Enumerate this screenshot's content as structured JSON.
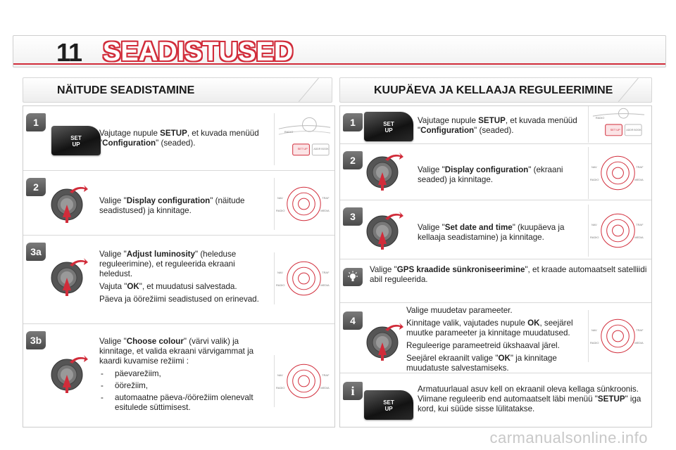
{
  "header": {
    "chapter_number": "11",
    "title": "SEADISTUSED"
  },
  "left": {
    "title": "NÄITUDE SEADISTAMINE",
    "steps": [
      {
        "badge": "1",
        "t1": "Vajutage nupule ",
        "b1": "SETUP",
        "t2": ", et kuvada menüüd \"",
        "b2": "Configuration",
        "t3": "\" (seaded)."
      },
      {
        "badge": "2",
        "t1": "Valige \"",
        "b1": "Display configuration",
        "t2": "\" (näitude seadistused) ja kinnitage."
      },
      {
        "badge": "3a",
        "t1": "Valige \"",
        "b1": "Adjust luminosity",
        "t2": "\" (heleduse reguleerimine), et reguleerida ekraani heledust.",
        "p2a": "Vajuta \"",
        "p2b": "OK",
        "p2c": "\", et muudatusi salvestada.",
        "p3": "Päeva ja öörežiimi seadistused on erinevad."
      },
      {
        "badge": "3b",
        "t1": "Valige \"",
        "b1": "Choose colour",
        "t2": "\" (värvi valik) ja kinnitage, et valida ekraani värvigammat ja kaardi kuvamise režiimi :",
        "items": [
          "päevarežiim,",
          "öörežiim,",
          "automaatne päeva-/öörežiim olenevalt esitulede süttimisest."
        ]
      }
    ]
  },
  "right": {
    "title": "KUUPÄEVA JA KELLAAJA REGULEERIMINE",
    "steps": [
      {
        "badge": "1",
        "t1": "Vajutage nupule ",
        "b1": "SETUP",
        "t2": ", et kuvada menüüd \"",
        "b2": "Configuration",
        "t3": "\" (seaded)."
      },
      {
        "badge": "2",
        "t1": "Valige \"",
        "b1": "Display configuration",
        "t2": "\" (ekraani seaded) ja kinnitage."
      },
      {
        "badge": "3",
        "t1": "Valige \"",
        "b1": "Set date and time",
        "t2": "\" (kuupäeva ja kellaaja seadistamine) ja kinnitage."
      },
      {
        "t1": "Valige \"",
        "b1": "GPS kraadide sünkroniseerimine",
        "t2": "\", et kraade automaatselt satelliidi abil reguleerida."
      },
      {
        "badge": "4",
        "p1": "Valige muudetav parameeter.",
        "p2a": "Kinnitage valik, vajutades nupule ",
        "p2b": "OK",
        "p2c": ", seejärel muutke parameeter ja kinnitage muudatused.",
        "p3": "Reguleerige parameetreid ükshaaval järel.",
        "p4a": "Seejärel ekraanilt valige \"",
        "p4b": "OK",
        "p4c": "\" ja kinnitage muudatuste salvestamiseks."
      },
      {
        "t1": "Armatuurlaual asuv kell on ekraanil oleva kellaga sünkroonis. Viimane reguleerib end automaatselt läbi menüü \"",
        "b1": "SETUP",
        "t2": "\" iga kord, kui süüde sisse lülitatakse."
      }
    ]
  },
  "graphics": {
    "setup_line1": "SET",
    "setup_line2": "UP",
    "knob_labels": [
      "NAV",
      "TRAF",
      "RADIO",
      "MEDIA"
    ],
    "panel_labels": [
      "RADIO",
      "SET UP",
      "ADDR BOOK"
    ]
  },
  "colors": {
    "accent_red": "#d12c3a",
    "badge_grey": "#5c5c5c"
  },
  "watermark": "carmanualsonline.info"
}
